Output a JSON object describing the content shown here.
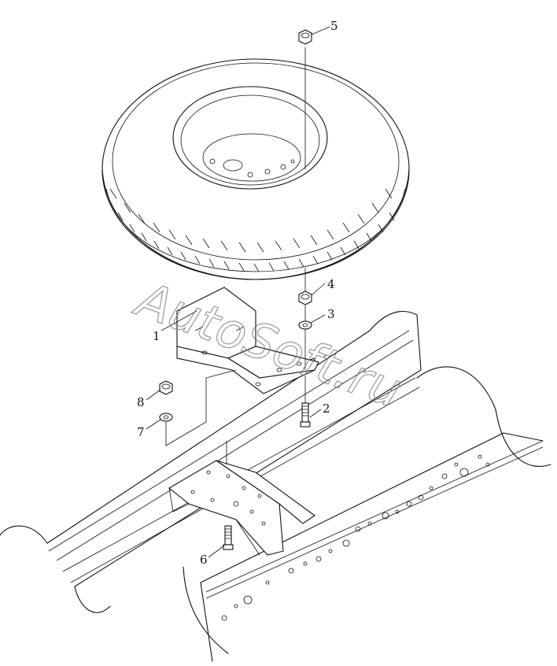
{
  "callouts": [
    {
      "id": "1",
      "label": "1"
    },
    {
      "id": "2",
      "label": "2"
    },
    {
      "id": "3",
      "label": "3"
    },
    {
      "id": "4",
      "label": "4"
    },
    {
      "id": "5",
      "label": "5"
    },
    {
      "id": "6",
      "label": "6"
    },
    {
      "id": "7",
      "label": "7"
    },
    {
      "id": "8",
      "label": "8"
    }
  ],
  "watermark": "AutoSoft.ru"
}
